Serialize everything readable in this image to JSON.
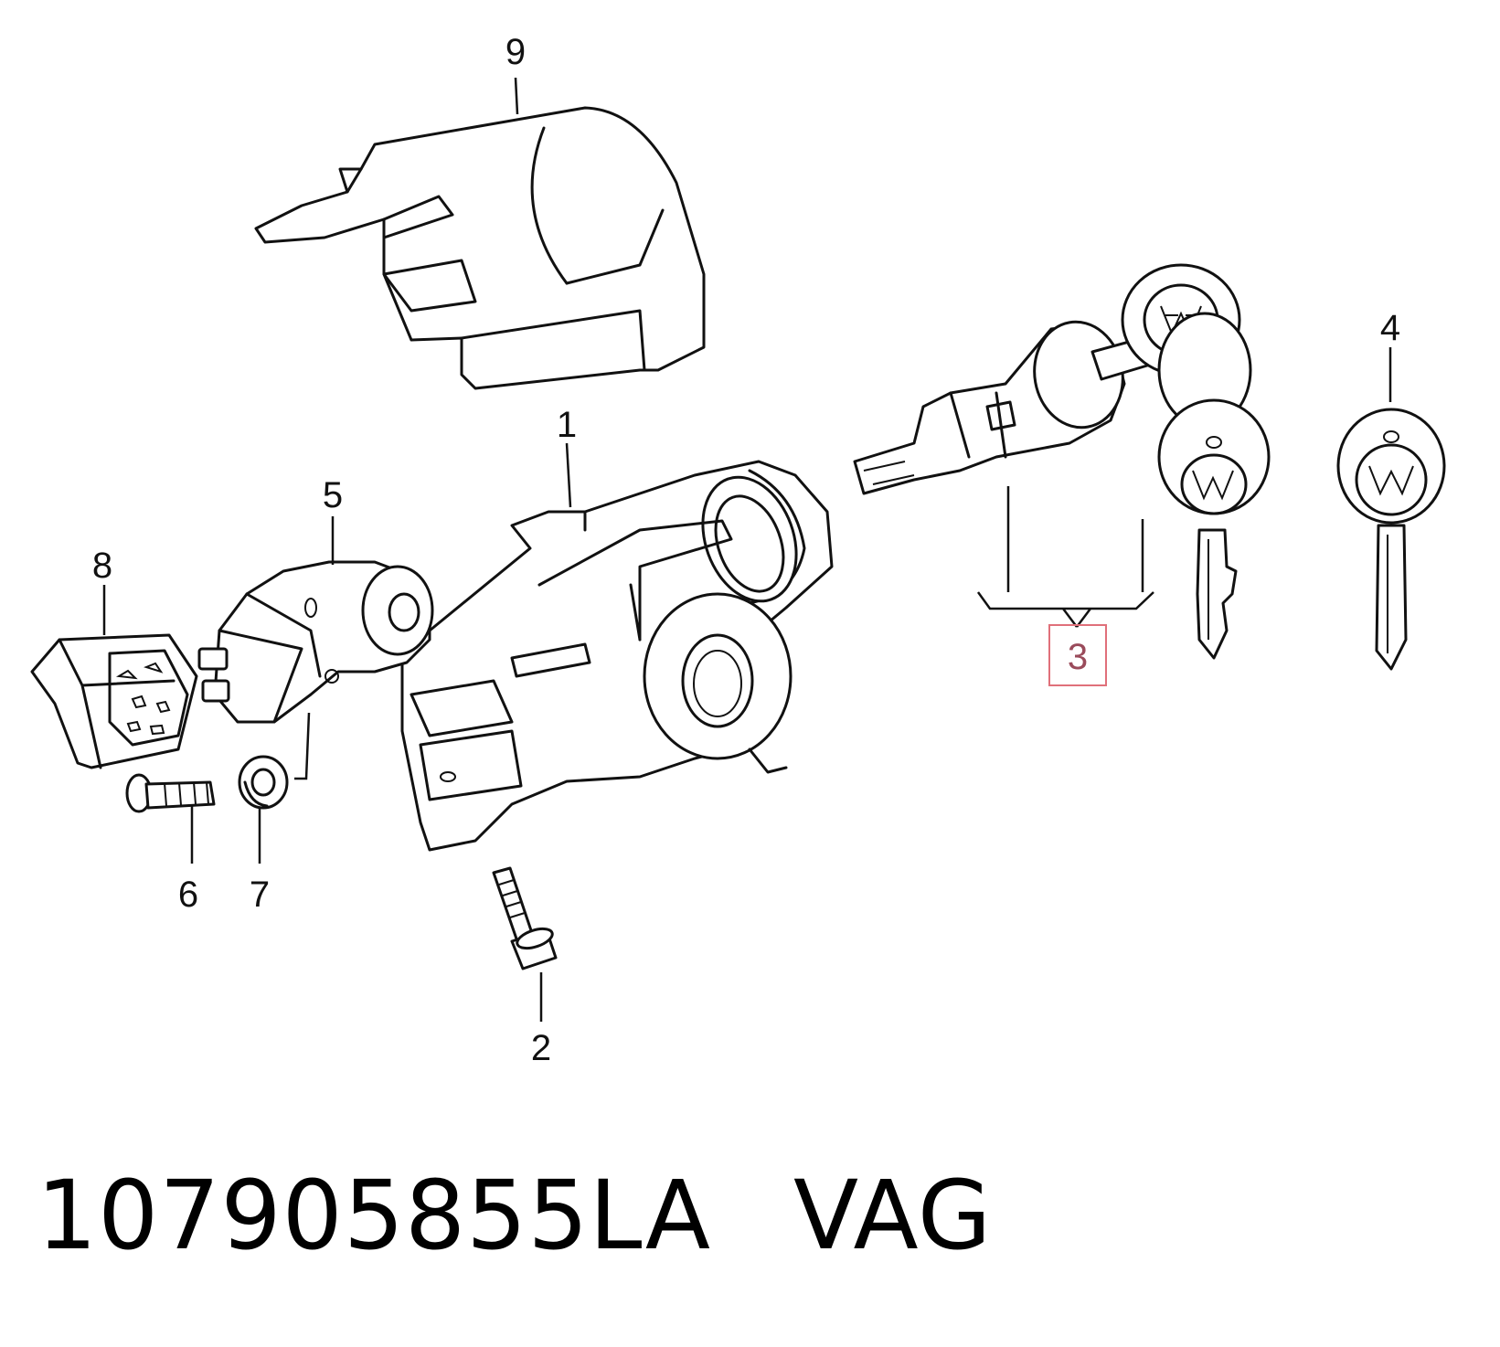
{
  "callouts": [
    {
      "id": "1",
      "label": "1"
    },
    {
      "id": "2",
      "label": "2"
    },
    {
      "id": "3",
      "label": "3",
      "highlighted": true
    },
    {
      "id": "4",
      "label": "4"
    },
    {
      "id": "5",
      "label": "5"
    },
    {
      "id": "6",
      "label": "6"
    },
    {
      "id": "7",
      "label": "7"
    },
    {
      "id": "8",
      "label": "8"
    },
    {
      "id": "9",
      "label": "9"
    }
  ],
  "caption": {
    "part_number": "107905855LA",
    "brand": "VAG"
  },
  "colors": {
    "line": "#111111",
    "highlight_box": "#e0707a",
    "highlight_text": "#9a4b5b"
  }
}
